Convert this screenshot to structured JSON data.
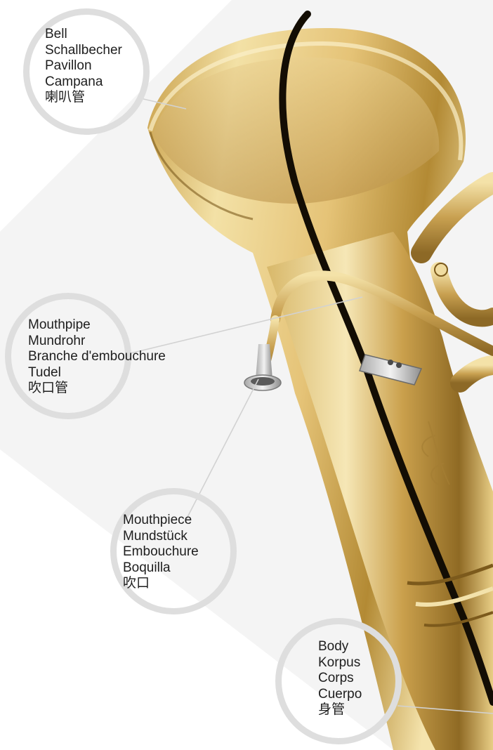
{
  "callouts": {
    "bell": {
      "lines": [
        "Bell",
        "Schallbecher",
        "Pavillon",
        "Campana",
        "喇叭管"
      ]
    },
    "mouthpipe": {
      "lines": [
        "Mouthpipe",
        "Mundrohr",
        "Branche d'embouchure",
        "Tudel",
        "吹口管"
      ]
    },
    "mouthpiece": {
      "lines": [
        "Mouthpiece",
        "Mundstück",
        "Embouchure",
        "Boquilla",
        "吹口"
      ]
    },
    "body": {
      "lines": [
        "Body",
        "Korpus",
        "Corps",
        "Cuerpo",
        "身管"
      ]
    }
  },
  "colors": {
    "brass_light": "#f6e6b0",
    "brass_mid": "#d9b25a",
    "brass_dark": "#8a6420",
    "seam": "#151005",
    "circle": "#dedede",
    "leader": "#d2d2d2",
    "background_band": "#f3f3f3"
  }
}
